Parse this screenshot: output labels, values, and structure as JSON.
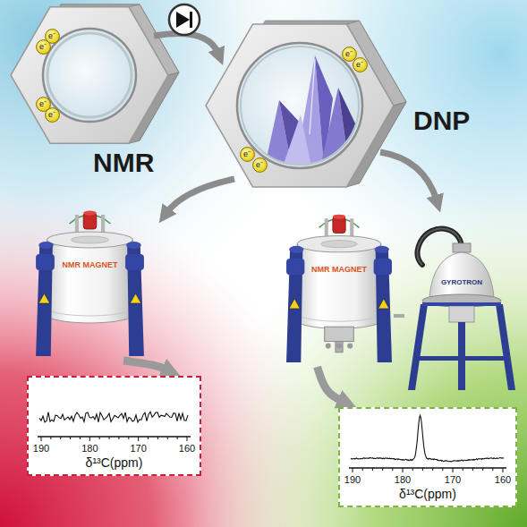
{
  "diagram": {
    "nodes": [
      {
        "text": [
          "e⁻"
        ]
      },
      {
        "text": [
          "e⁻"
        ]
      },
      {
        "text": [
          "e⁻"
        ]
      },
      {
        "text": [
          "e⁻"
        ]
      },
      {
        "text": [
          "e⁻"
        ]
      },
      {
        "text": [
          "e⁻"
        ]
      },
      {
        "text": [
          "e⁻"
        ]
      },
      {
        "text": [
          "e⁻"
        ]
      },
      {
        "text": [
          "NMR MAGNET"
        ]
      },
      {
        "text": [
          "NMR MAGNET"
        ]
      },
      {
        "text": [
          "GYROTRON"
        ]
      },
      {
        "text": [
          "190",
          "180",
          "170",
          "160",
          "δ¹³C(ppm)"
        ]
      },
      {
        "text": [
          "190",
          "180",
          "170",
          "160",
          "δ¹³C(ppm)"
        ]
      }
    ],
    "edges": [
      {
        "from": 8,
        "to": 11,
        "arrow": "to"
      },
      {
        "from": 9,
        "to": 10,
        "arrow": "none"
      },
      {
        "from": 9,
        "to": 12,
        "arrow": "to"
      }
    ],
    "labels": [
      "NMR",
      "DNP"
    ]
  }
}
